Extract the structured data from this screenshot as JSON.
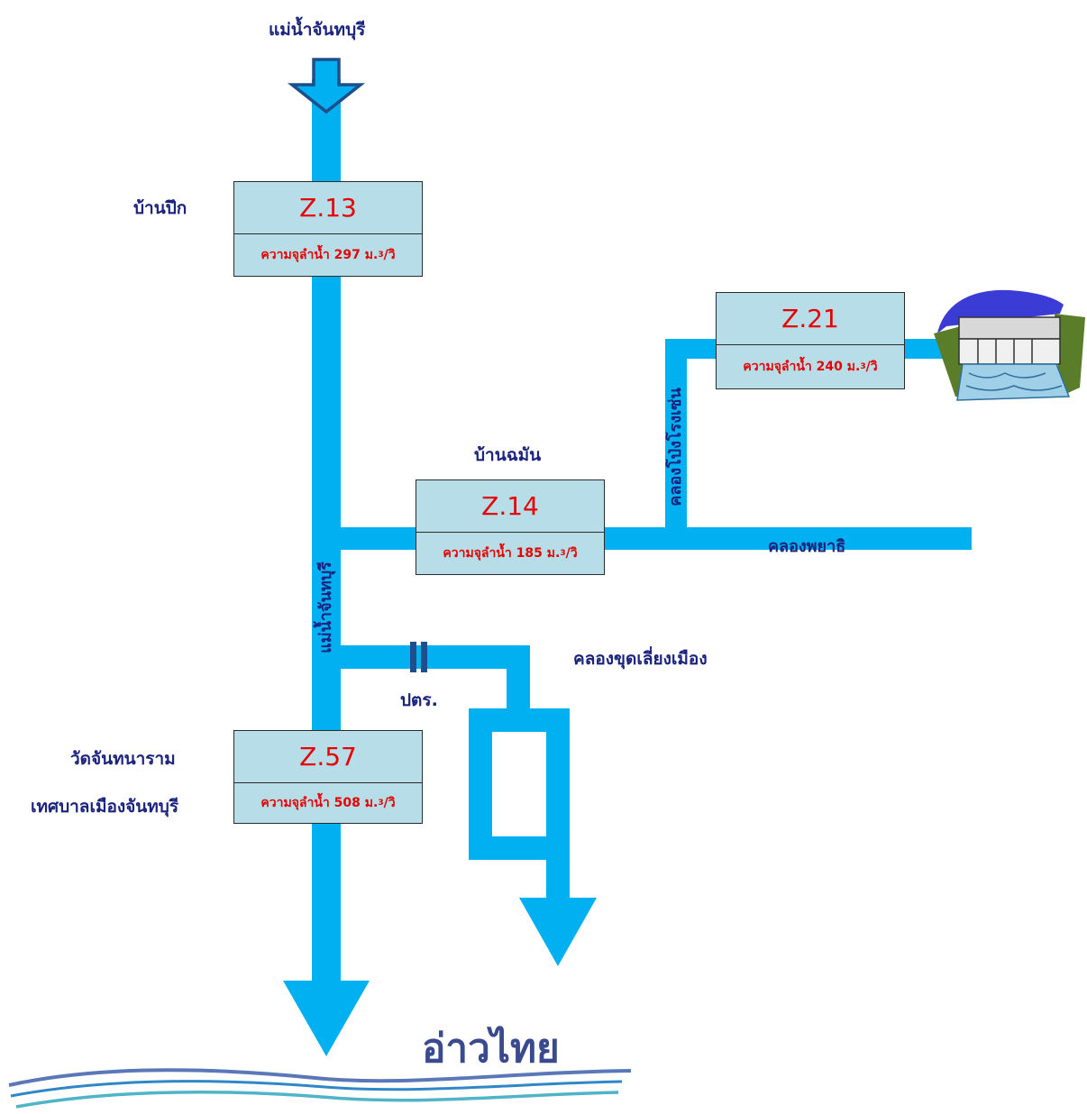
{
  "labels": {
    "river_source": "แม่น้ำจันทบุรี",
    "ban_puek": "บ้านปึก",
    "ban_chamun": "บ้านฉมัน",
    "khlong_pong_rong_sen": "คลองโป่งโรงเซ่น",
    "khlong_phaya_thi": "คลองพยาธิ",
    "river_vertical": "แม่น้ำจันทบุรี",
    "khlong_khut": "คลองขุดเลี่ยงเมือง",
    "pto": "ปตร.",
    "wat_chanthanaram": "วัดจันทนาราม",
    "municipality": "เทศบาลเมืองจันทบุรี",
    "gulf": "อ่าวไทย"
  },
  "stations": [
    {
      "code": "Z.13",
      "flow_prefix": "ความจุลำน้ำ 297 ม.",
      "flow_sup": "3",
      "flow_suffix": "/วิ"
    },
    {
      "code": "Z.21",
      "flow_prefix": "ความจุลำน้ำ 240 ม.",
      "flow_sup": "3",
      "flow_suffix": "/วิ"
    },
    {
      "code": "Z.14",
      "flow_prefix": "ความจุลำน้ำ 185 ม.",
      "flow_sup": "3",
      "flow_suffix": "/วิ"
    },
    {
      "code": "Z.57",
      "flow_prefix": "ความจุลำน้ำ 508 ม.",
      "flow_sup": "3",
      "flow_suffix": "/วิ"
    }
  ],
  "colors": {
    "river": "#00b0f0",
    "text_label": "#1a237e",
    "station_fill": "#b7dde8",
    "station_text": "#e60000",
    "gate": "#1f4e8c"
  },
  "icons": [
    "river-arrow-icon",
    "dam-icon",
    "gate-icon",
    "wave-icon"
  ]
}
